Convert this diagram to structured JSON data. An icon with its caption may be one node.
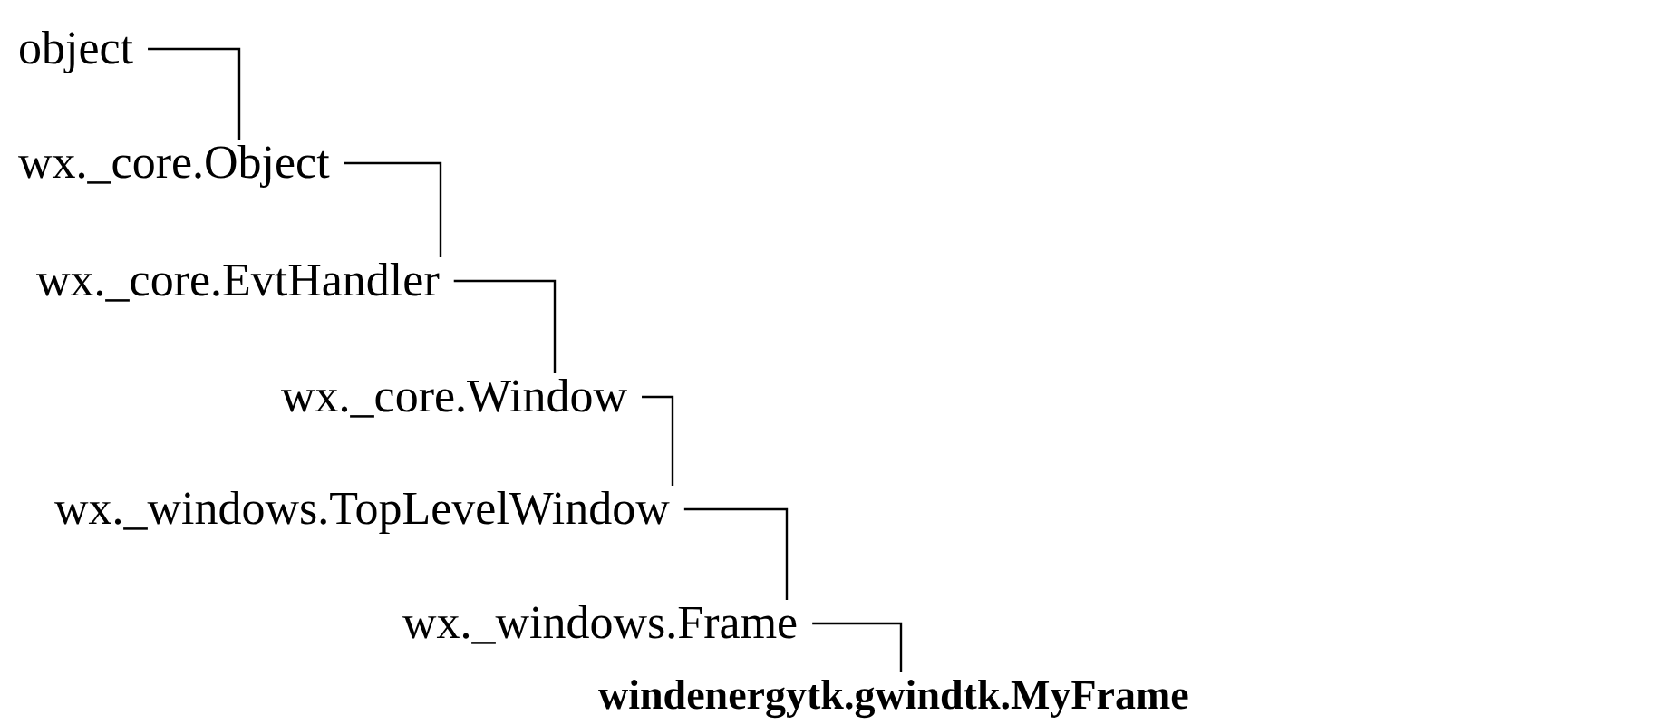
{
  "diagram": {
    "nodes": [
      {
        "text": [
          "object"
        ]
      },
      {
        "text": [
          "wx._core.Object"
        ]
      },
      {
        "text": [
          "wx._core.EvtHandler"
        ]
      },
      {
        "text": [
          "wx._core.Window"
        ]
      },
      {
        "text": [
          "wx._windows.TopLevelWindow"
        ]
      },
      {
        "text": [
          "wx._windows.Frame"
        ]
      },
      {
        "text": [
          "windenergytk.gwindtk.MyFrame"
        ]
      }
    ],
    "edges": [
      {
        "from": 0,
        "to": 1,
        "arrow": "none"
      },
      {
        "from": 1,
        "to": 2,
        "arrow": "none"
      },
      {
        "from": 2,
        "to": 3,
        "arrow": "none"
      },
      {
        "from": 3,
        "to": 4,
        "arrow": "none"
      },
      {
        "from": 4,
        "to": 5,
        "arrow": "none"
      },
      {
        "from": 5,
        "to": 6,
        "arrow": "none"
      }
    ]
  }
}
